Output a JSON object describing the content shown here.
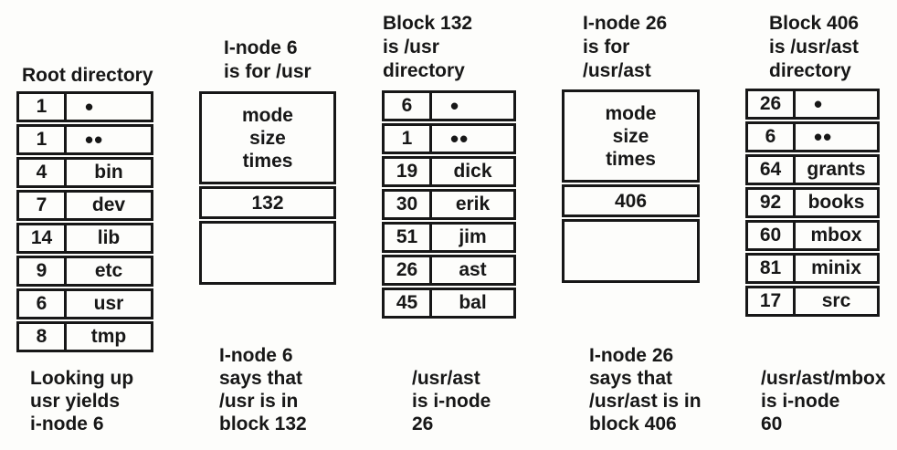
{
  "figure": {
    "background_color": "#fdfdfb",
    "line_color": "#171717",
    "text_color": "#171717"
  },
  "columns": [
    {
      "id": "root-directory",
      "title_lines": [
        "Root directory"
      ],
      "rows": [
        [
          "1",
          "•"
        ],
        [
          "1",
          "••"
        ],
        [
          "4",
          "bin"
        ],
        [
          "7",
          "dev"
        ],
        [
          "14",
          "lib"
        ],
        [
          "9",
          "etc"
        ],
        [
          "6",
          "usr"
        ],
        [
          "8",
          "tmp"
        ]
      ],
      "caption_lines": [
        "Looking up",
        "usr yields",
        "i-node 6"
      ]
    },
    {
      "id": "inode-6",
      "title_lines": [
        "I-node 6",
        "is for /usr"
      ],
      "fields_lines": [
        "mode",
        "size",
        "times"
      ],
      "block_pointer": "132",
      "caption_lines": [
        "I-node 6",
        "says that",
        "/usr is in",
        "block 132"
      ]
    },
    {
      "id": "block-132",
      "title_lines": [
        "Block 132",
        "is /usr",
        "directory"
      ],
      "rows": [
        [
          "6",
          "•"
        ],
        [
          "1",
          "••"
        ],
        [
          "19",
          "dick"
        ],
        [
          "30",
          "erik"
        ],
        [
          "51",
          "jim"
        ],
        [
          "26",
          "ast"
        ],
        [
          "45",
          "bal"
        ]
      ],
      "caption_lines": [
        "/usr/ast",
        "is i-node",
        "26"
      ]
    },
    {
      "id": "inode-26",
      "title_lines": [
        "I-node 26",
        "is for",
        "/usr/ast"
      ],
      "fields_lines": [
        "mode",
        "size",
        "times"
      ],
      "block_pointer": "406",
      "caption_lines": [
        "I-node 26",
        "says that",
        "/usr/ast is in",
        "block 406"
      ]
    },
    {
      "id": "block-406",
      "title_lines": [
        "Block 406",
        "is /usr/ast",
        "directory"
      ],
      "rows": [
        [
          "26",
          "•"
        ],
        [
          "6",
          "••"
        ],
        [
          "64",
          "grants"
        ],
        [
          "92",
          "books"
        ],
        [
          "60",
          "mbox"
        ],
        [
          "81",
          "minix"
        ],
        [
          "17",
          "src"
        ]
      ],
      "caption_lines": [
        "/usr/ast/mbox",
        "is i-node",
        "60"
      ]
    }
  ]
}
